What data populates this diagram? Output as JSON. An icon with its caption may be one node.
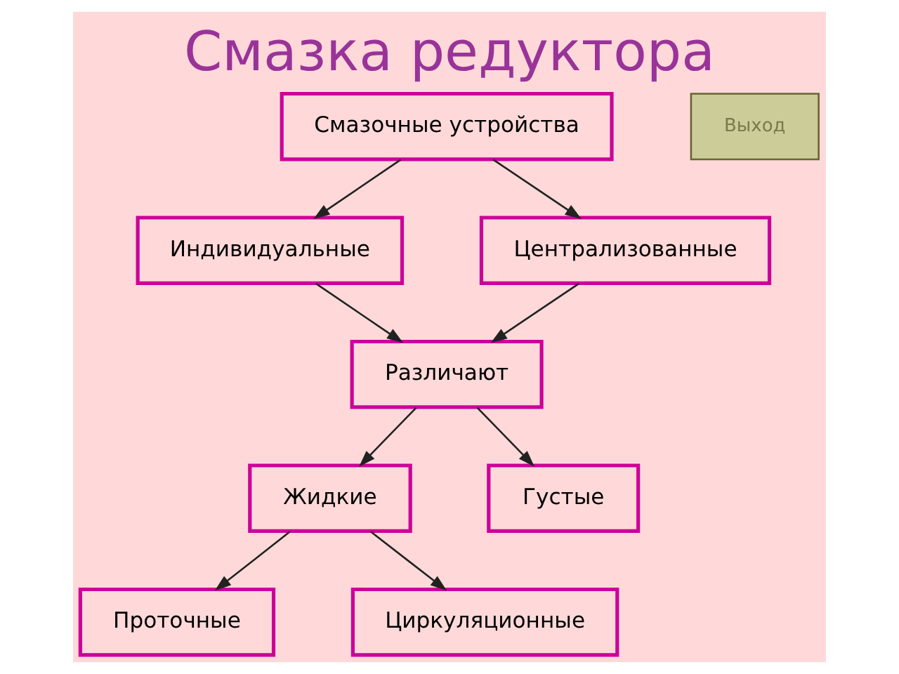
{
  "diagram": {
    "title": "Смазка редуктора",
    "nodes": [
      {
        "text": [
          "Смазочные устройства"
        ]
      },
      {
        "text": [
          "Индивидуальные"
        ]
      },
      {
        "text": [
          "Централизованные"
        ]
      },
      {
        "text": [
          "Различают"
        ]
      },
      {
        "text": [
          "Жидкие"
        ]
      },
      {
        "text": [
          "Густые"
        ]
      },
      {
        "text": [
          "Проточные"
        ]
      },
      {
        "text": [
          "Циркуляционные"
        ]
      }
    ],
    "edges": [
      {
        "from": 0,
        "to": 1,
        "arrow": "to"
      },
      {
        "from": 0,
        "to": 2,
        "arrow": "to"
      },
      {
        "from": 1,
        "to": 3,
        "arrow": "to"
      },
      {
        "from": 2,
        "to": 3,
        "arrow": "to"
      },
      {
        "from": 3,
        "to": 4,
        "arrow": "to"
      },
      {
        "from": 3,
        "to": 5,
        "arrow": "to"
      },
      {
        "from": 4,
        "to": 6,
        "arrow": "to"
      },
      {
        "from": 4,
        "to": 7,
        "arrow": "to"
      }
    ],
    "labels": [
      "Выход"
    ]
  }
}
